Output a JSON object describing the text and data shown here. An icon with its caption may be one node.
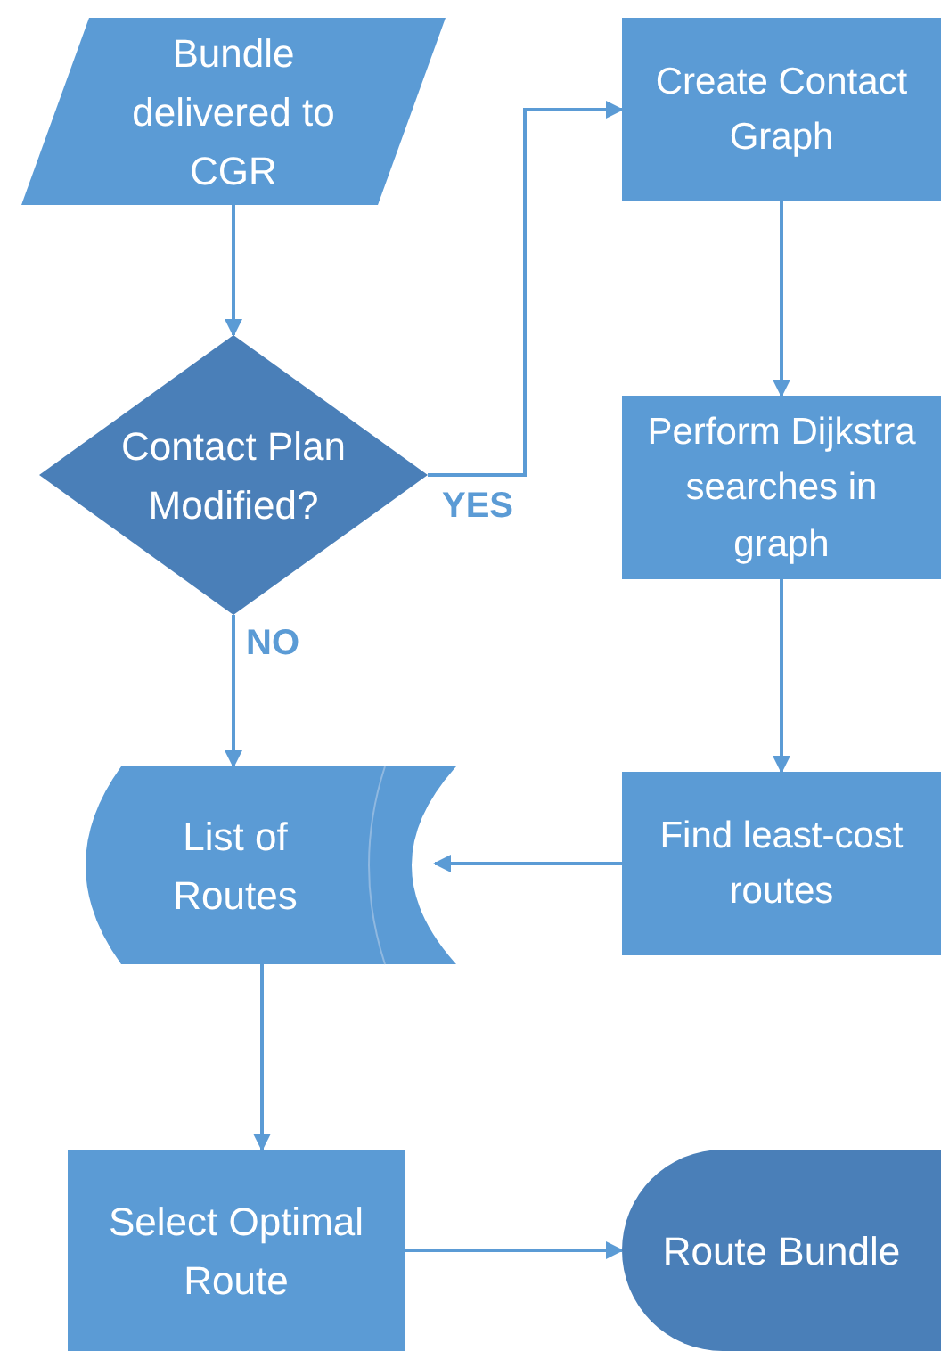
{
  "diagram": {
    "nodes": [
      {
        "text": [
          "Bundle delivered to CGR"
        ]
      },
      {
        "text": [
          "Contact Plan Modified?"
        ]
      },
      {
        "text": [
          "Create Contact Graph"
        ]
      },
      {
        "text": [
          "Perform Dijkstra searches in graph"
        ]
      },
      {
        "text": [
          "Find least-cost routes"
        ]
      },
      {
        "text": [
          "List of Routes"
        ]
      },
      {
        "text": [
          "Select Optimal Route"
        ]
      },
      {
        "text": [
          "Route Bundle"
        ]
      }
    ],
    "edges": [
      {
        "from": 0,
        "to": 1,
        "arrow": "to"
      },
      {
        "from": 1,
        "to": 2,
        "arrow": "to",
        "label": "YES"
      },
      {
        "from": 1,
        "to": 5,
        "arrow": "to",
        "label": "NO"
      },
      {
        "from": 2,
        "to": 3,
        "arrow": "to"
      },
      {
        "from": 3,
        "to": 4,
        "arrow": "to"
      },
      {
        "from": 4,
        "to": 5,
        "arrow": "to"
      },
      {
        "from": 5,
        "to": 6,
        "arrow": "to"
      },
      {
        "from": 6,
        "to": 7,
        "arrow": "to"
      }
    ]
  }
}
